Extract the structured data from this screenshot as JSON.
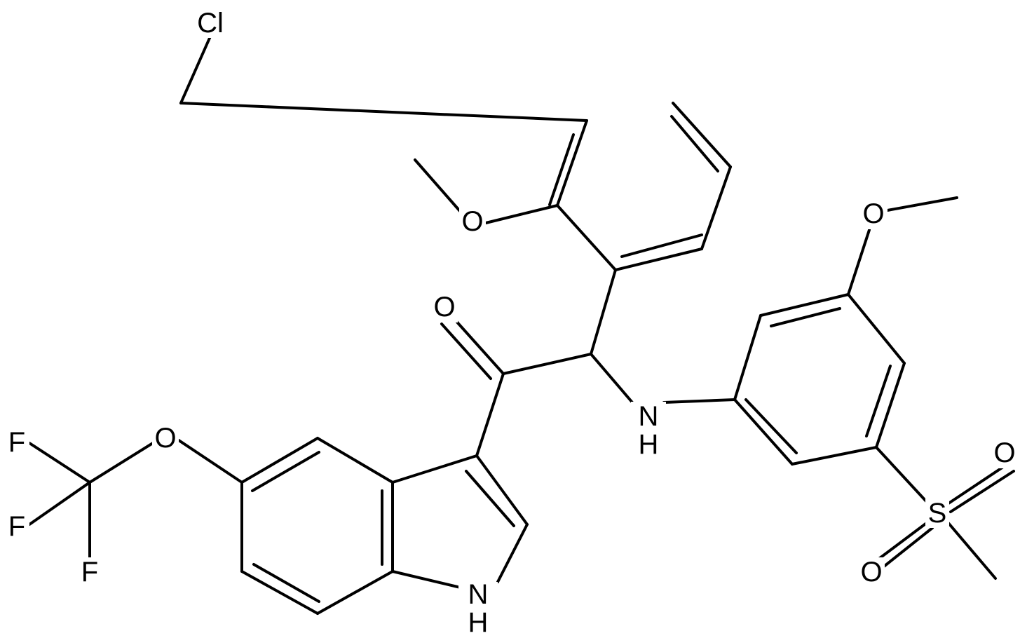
{
  "molecule": {
    "atoms": [
      {
        "id": "Cl",
        "label": "Cl"
      },
      {
        "id": "O_meo1",
        "label": "O"
      },
      {
        "id": "O_carbonyl",
        "label": "O"
      },
      {
        "id": "O_meo2",
        "label": "O"
      },
      {
        "id": "N_amine",
        "label": "NH"
      },
      {
        "id": "O_ocf3",
        "label": "O"
      },
      {
        "id": "F1",
        "label": "F"
      },
      {
        "id": "F2",
        "label": "F"
      },
      {
        "id": "F3",
        "label": "F"
      },
      {
        "id": "N_indole",
        "label": "NH"
      },
      {
        "id": "S",
        "label": "S"
      },
      {
        "id": "O_s1",
        "label": "O"
      },
      {
        "id": "O_s2",
        "label": "O"
      }
    ]
  },
  "colors": {
    "bond": "#000000",
    "label": "#000000",
    "background": "#ffffff"
  }
}
